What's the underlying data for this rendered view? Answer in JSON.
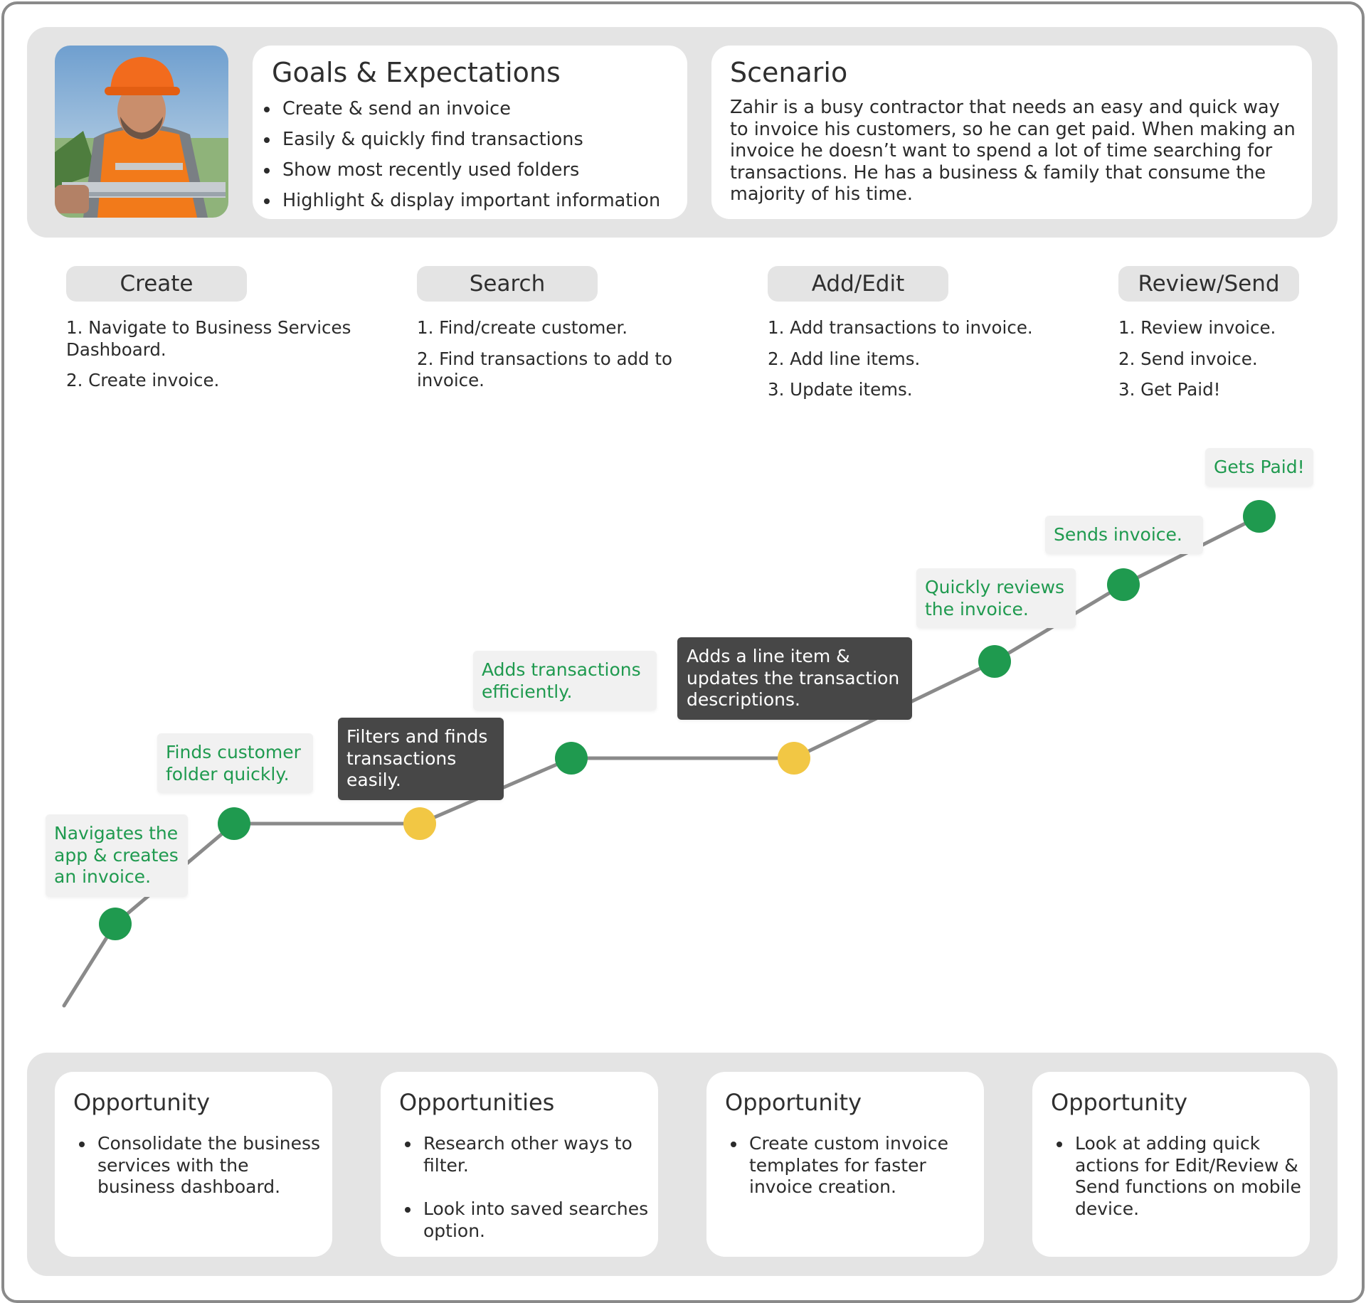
{
  "persona": {
    "goals": {
      "title": "Goals & Expectations",
      "items": [
        "Create & send an invoice",
        "Easily & quickly find transactions",
        "Show most recently used folders",
        "Highlight & display important information"
      ]
    },
    "scenario": {
      "title": "Scenario",
      "text": "Zahir is a busy contractor that needs an easy and quick way to invoice his customers, so he can get paid. When making an invoice he doesn’t want to spend a lot of time searching for transactions. He has a business & family that consume the majority of his time."
    }
  },
  "stages": [
    {
      "label": "Create",
      "steps": [
        "1. Navigate to Business Services Dashboard.",
        "2. Create invoice."
      ]
    },
    {
      "label": "Search",
      "steps": [
        "1. Find/create customer.",
        "2. Find transactions to add to invoice."
      ]
    },
    {
      "label": "Add/Edit",
      "steps": [
        "1. Add transactions to invoice.",
        "2. Add line items.",
        "3. Update items."
      ]
    },
    {
      "label": "Review/Send",
      "steps": [
        "1. Review invoice.",
        "2. Send invoice.",
        "3. Get Paid!"
      ]
    }
  ],
  "journey": {
    "colors": {
      "positive": "#1f9a4f",
      "neutral": "#f2c744",
      "line": "#8a8a8a",
      "negative_label_bg": "#474747"
    },
    "moments": [
      {
        "text": "Navigates the app & creates an invoice.",
        "sentiment": "positive"
      },
      {
        "text": "Finds customer folder quickly.",
        "sentiment": "positive"
      },
      {
        "text": "Filters and finds transactions easily.",
        "sentiment": "neutral"
      },
      {
        "text": "Adds transactions efficiently.",
        "sentiment": "positive"
      },
      {
        "text": "Adds a line item & updates the transaction descriptions.",
        "sentiment": "neutral"
      },
      {
        "text": "Quickly reviews the invoice.",
        "sentiment": "positive"
      },
      {
        "text": "Sends invoice.",
        "sentiment": "positive"
      },
      {
        "text": "Gets Paid!",
        "sentiment": "positive"
      }
    ]
  },
  "opportunities": [
    {
      "title": "Opportunity",
      "items": [
        "Consolidate the business services with the business dashboard."
      ]
    },
    {
      "title": "Opportunities",
      "items": [
        "Research other ways to filter.",
        "Look into saved searches option."
      ]
    },
    {
      "title": "Opportunity",
      "items": [
        "Create custom invoice templates for faster invoice creation."
      ]
    },
    {
      "title": "Opportunity",
      "items": [
        "Look at adding quick actions for Edit/Review & Send functions on mobile device."
      ]
    }
  ]
}
